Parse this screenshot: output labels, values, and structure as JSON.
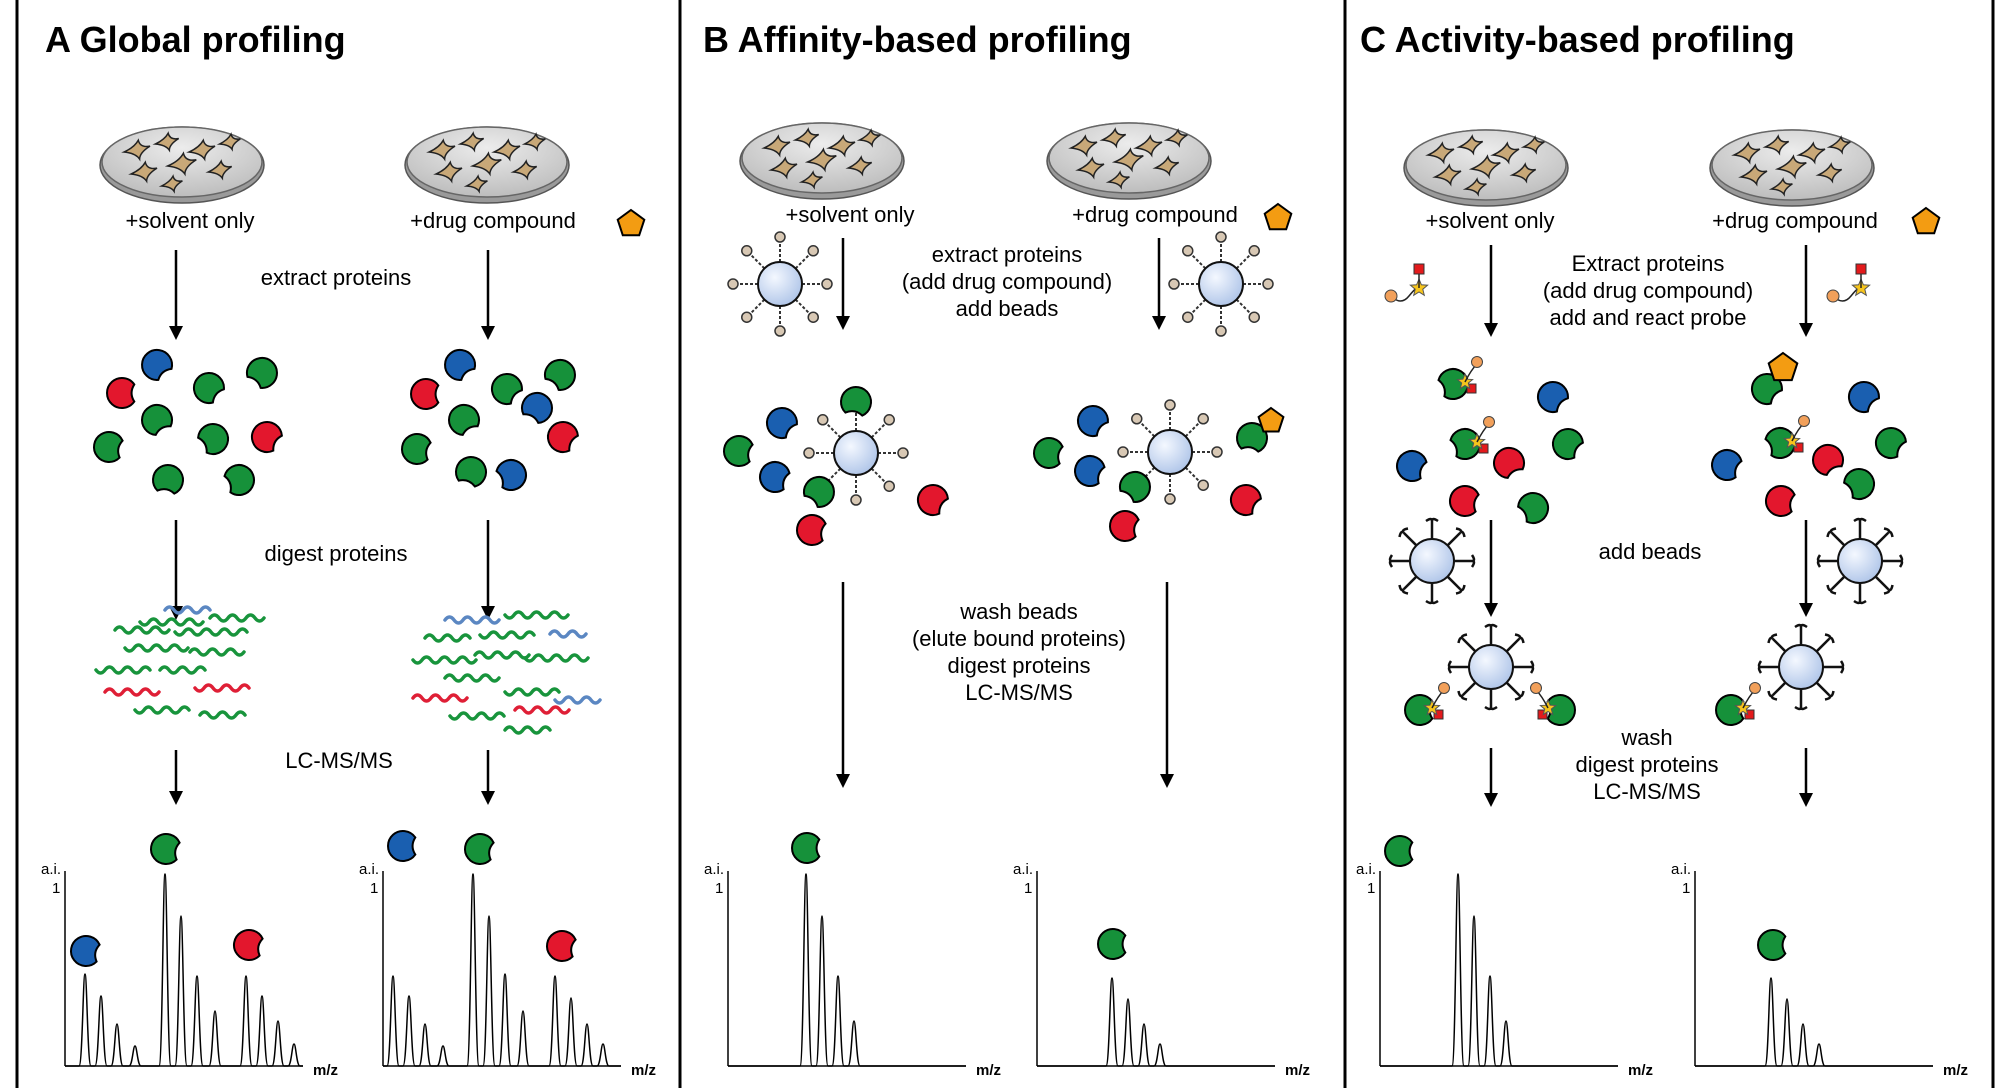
{
  "panels": [
    {
      "title": "A Global profiling",
      "left_condition": "+solvent only",
      "right_condition": "+drug compound",
      "step1": [
        "extract proteins"
      ],
      "step2": [
        "digest proteins"
      ],
      "step3": [
        "LC-MS/MS"
      ]
    },
    {
      "title": "B Affinity-based profiling",
      "left_condition": "+solvent only",
      "right_condition": "+drug compound",
      "step1": [
        "extract proteins",
        "(add drug compound)",
        "add beads"
      ],
      "step2": [
        "wash beads",
        "(elute bound proteins)",
        "digest proteins",
        "LC-MS/MS"
      ]
    },
    {
      "title": "C Activity-based profiling",
      "left_condition": "+solvent only",
      "right_condition": "+drug compound",
      "step1": [
        "Extract proteins",
        "(add drug compound)",
        "add and react probe"
      ],
      "step2": [
        "add beads"
      ],
      "step3": [
        "wash",
        "digest proteins",
        "LC-MS/MS"
      ]
    }
  ],
  "spectrum_axis": {
    "y_label": "a.i.",
    "y_tick": "1",
    "x_label": "m/z"
  },
  "colors": {
    "green_protein": "#16913a",
    "blue_protein": "#1a5fb0",
    "red_protein": "#e3172d",
    "drug_compound": "#f39c12",
    "bead": "#c9d9f3",
    "cell": "#c8a878",
    "dish": "#d4d4d4",
    "peptide_green": "#18943c",
    "peptide_red": "#df1f36",
    "peptide_blue": "#5b87c2",
    "probe_tag": "#e31a1c",
    "probe_star": "#f7c51c",
    "probe_ball": "#f2a05a"
  },
  "icons": [
    "petri-dish-icon",
    "pentagon-drug-icon",
    "pacman-protein-icon",
    "bead-icon",
    "probe-icon",
    "peptide-icon",
    "down-arrow-icon"
  ]
}
